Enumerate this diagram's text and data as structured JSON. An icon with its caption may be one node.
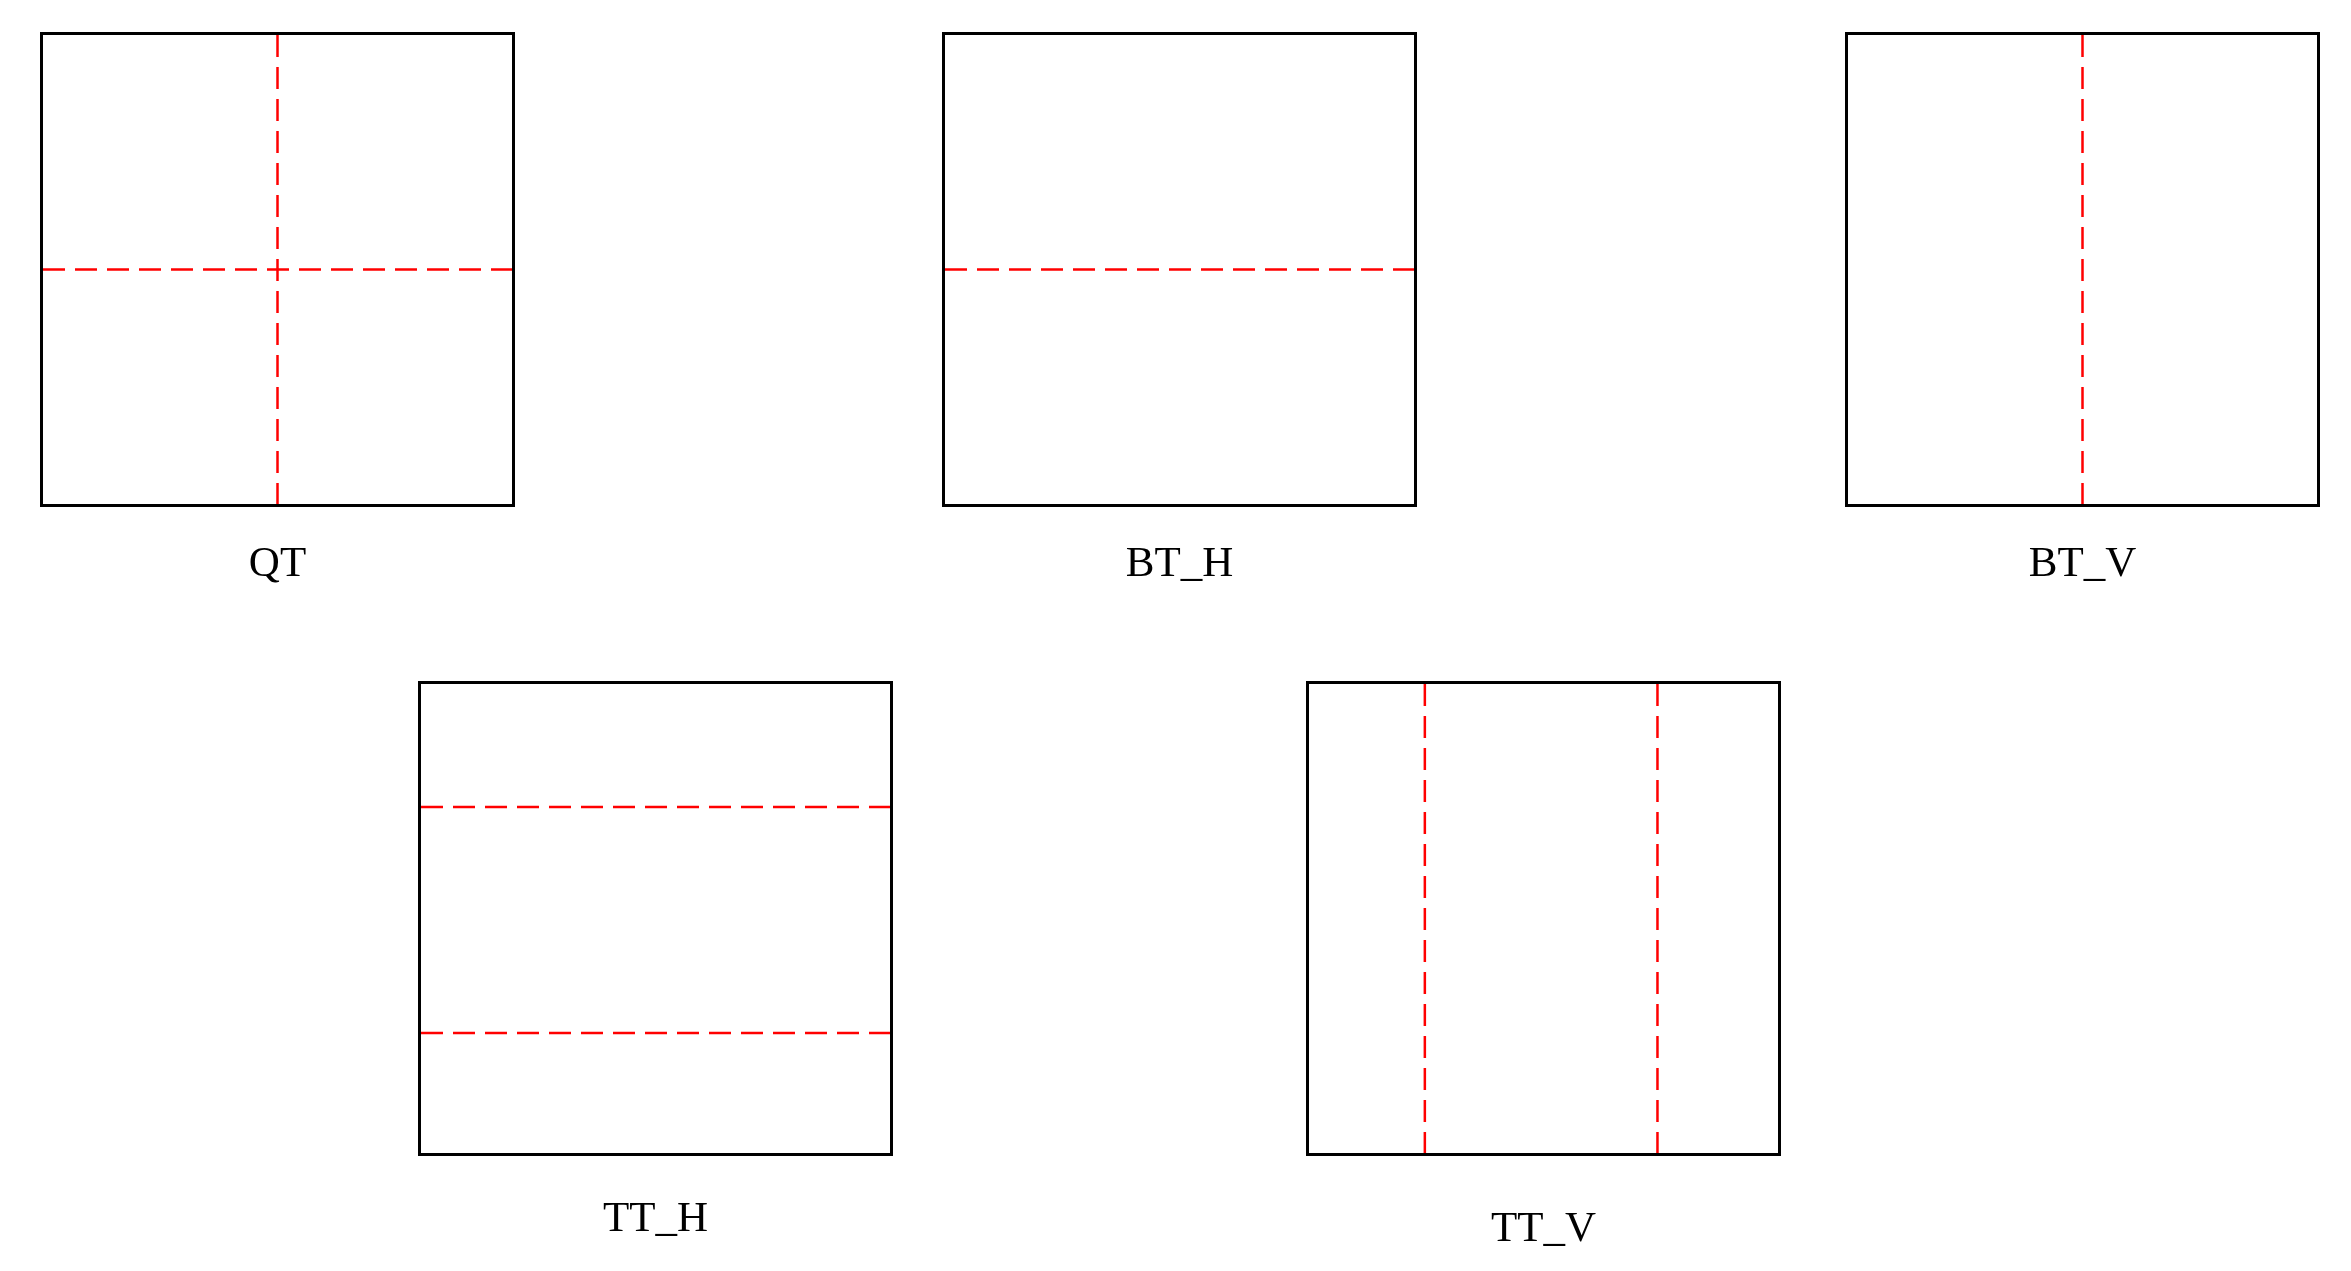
{
  "diagram": {
    "nodes": [
      {
        "text": [
          "QT"
        ]
      },
      {
        "text": [
          "BT_H"
        ]
      },
      {
        "text": [
          "BT_V"
        ]
      },
      {
        "text": [
          "TT_H"
        ]
      },
      {
        "text": [
          "TT_V"
        ]
      }
    ],
    "edges": []
  }
}
